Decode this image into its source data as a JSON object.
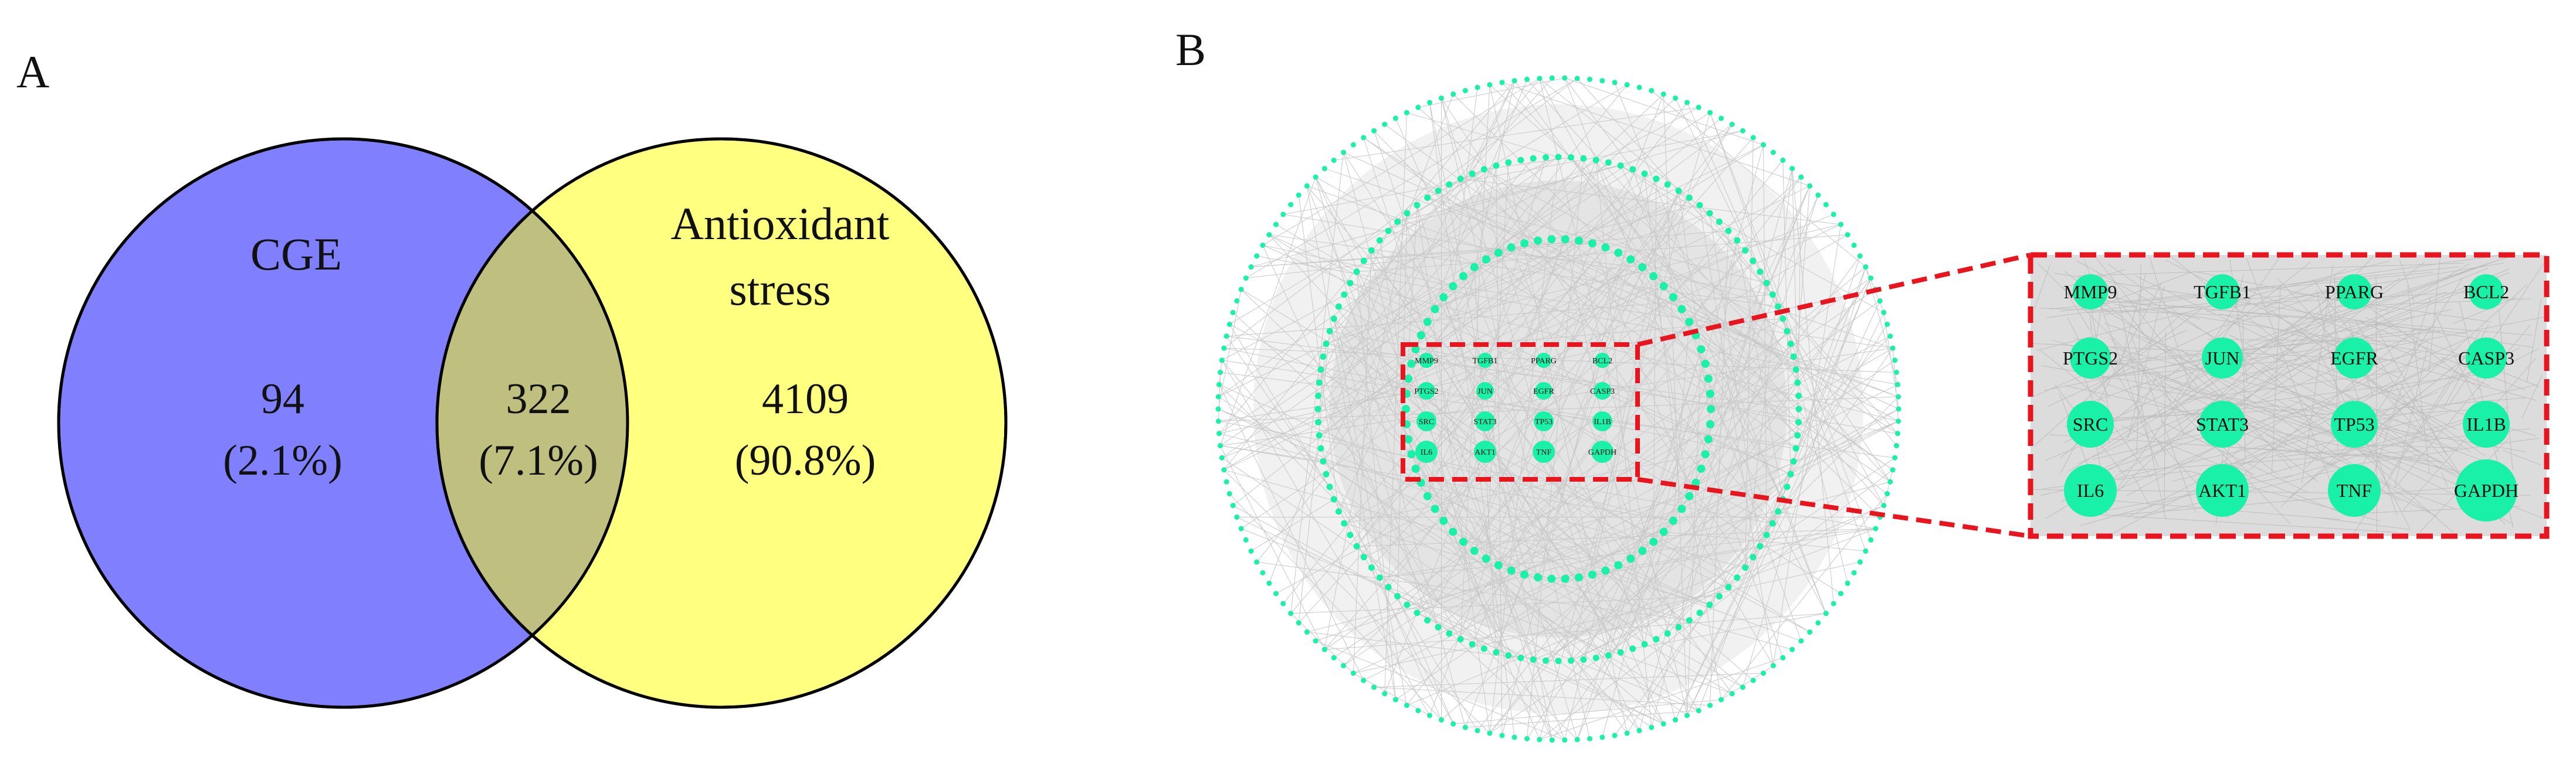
{
  "panel_a": {
    "label": "A",
    "left_set": {
      "name": "CGE",
      "count": "94",
      "percent": "(2.1%)",
      "color": "#8080ff"
    },
    "right_set": {
      "name_line1": "Antioxidant",
      "name_line2": "stress",
      "count": "4109",
      "percent": "(90.8%)",
      "color": "#ffff80"
    },
    "overlap": {
      "count": "322",
      "percent": "(7.1%)",
      "color": "#bfbf80"
    }
  },
  "panel_b": {
    "label": "B",
    "node_color": "#19f0a8",
    "highlight_color": "#e8141e",
    "core_nodes": [
      "MMP9",
      "TGFB1",
      "PPARG",
      "BCL2",
      "PTGS2",
      "JUN",
      "EGFR",
      "CASP3",
      "SRC",
      "STAT3",
      "TP53",
      "IL1B",
      "IL6",
      "AKT1",
      "TNF",
      "GAPDH"
    ]
  }
}
